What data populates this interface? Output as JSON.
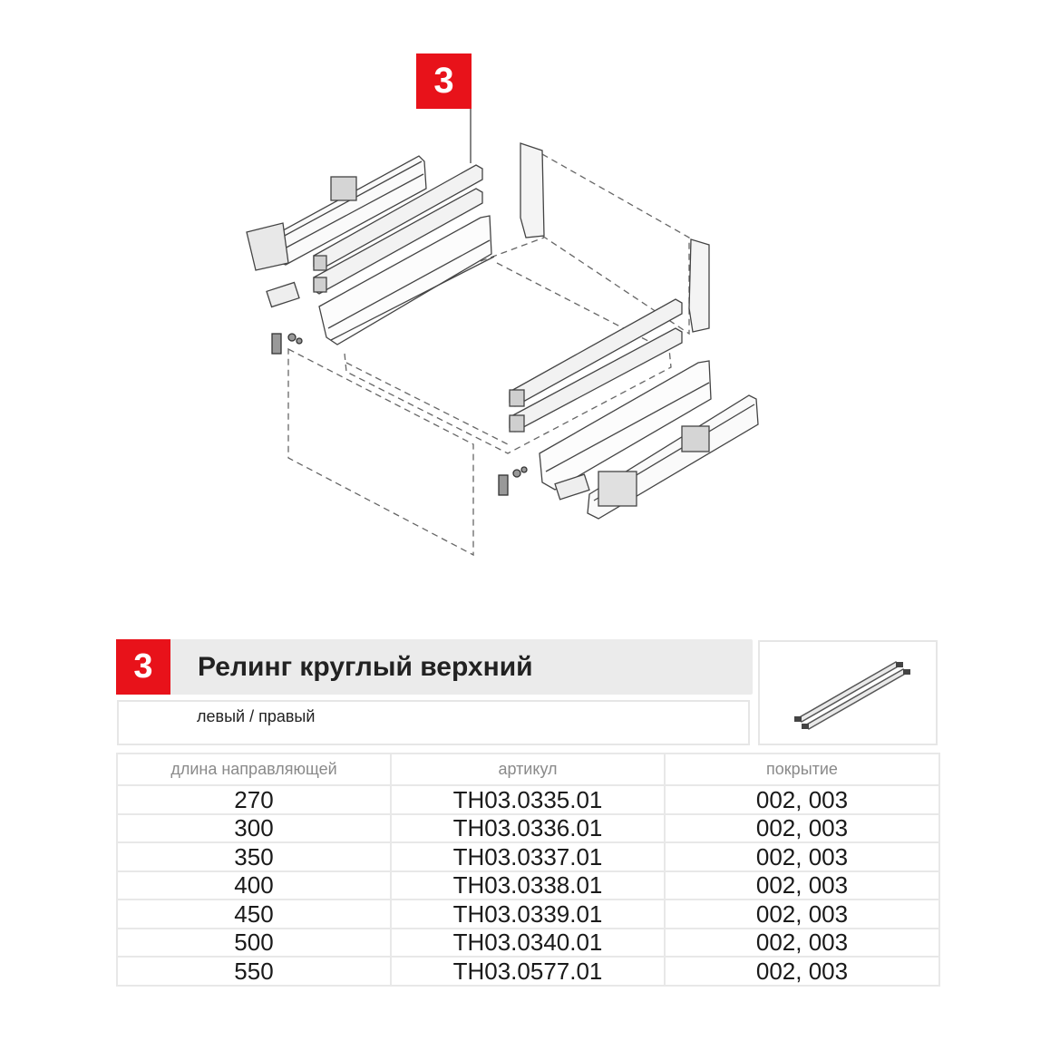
{
  "diagram": {
    "callout_number": "3"
  },
  "header": {
    "number": "3",
    "title": "Релинг круглый верхний",
    "band_color": "#ebebeb",
    "accent_color": "#e8121a"
  },
  "subtitle": "левый / правый",
  "table": {
    "columns": [
      "длина направляющей",
      "артикул",
      "покрытие"
    ],
    "rows": [
      [
        "270",
        "TH03.0335.01",
        "002, 003"
      ],
      [
        "300",
        "TH03.0336.01",
        "002, 003"
      ],
      [
        "350",
        "TH03.0337.01",
        "002, 003"
      ],
      [
        "400",
        "TH03.0338.01",
        "002, 003"
      ],
      [
        "450",
        "TH03.0339.01",
        "002, 003"
      ],
      [
        "500",
        "TH03.0340.01",
        "002, 003"
      ],
      [
        "550",
        "TH03.0577.01",
        "002, 003"
      ]
    ]
  }
}
